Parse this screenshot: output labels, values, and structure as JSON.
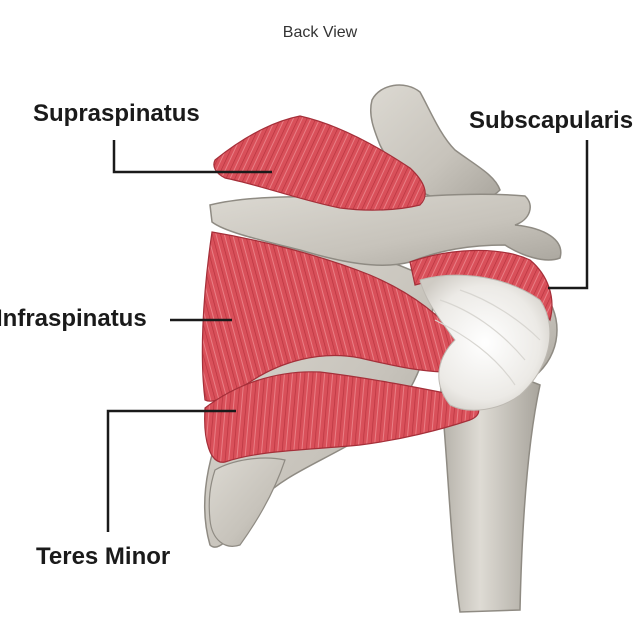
{
  "diagram": {
    "title": "Back View",
    "labels": {
      "supraspinatus": "Supraspinatus",
      "subscapularis": "Subscapularis",
      "infraspinatus": "Infraspinatus",
      "teres_minor": "Teres Minor"
    }
  },
  "colors": {
    "muscle": "#d9505a",
    "muscle_dark": "#b8343f",
    "muscle_light": "#ee8a90",
    "bone": "#cfcbc3",
    "bone_dark": "#9e9a92",
    "tendon": "#f2f1ee",
    "leader_line": "#1a1a1a"
  }
}
